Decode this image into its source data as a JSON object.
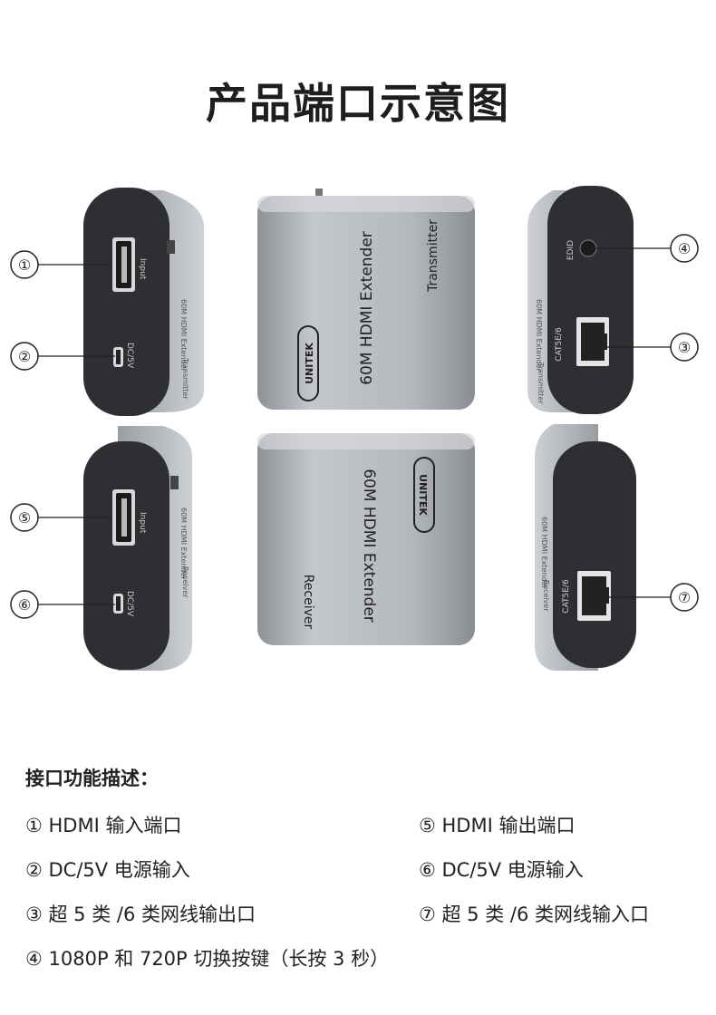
{
  "title": "产品端口示意图",
  "devices": {
    "brand": "UNITEK",
    "model": "60M HDMI Extender",
    "transmitter": "Transmitter",
    "receiver": "Receiver",
    "port_labels": {
      "input": "Input",
      "dc": "DC/5V",
      "edid": "EDID",
      "cat": "CAT5E/6"
    }
  },
  "markers": [
    "①",
    "②",
    "③",
    "④",
    "⑤",
    "⑥",
    "⑦"
  ],
  "description": {
    "heading": "接口功能描述：",
    "left": [
      "① HDMI 输入端口",
      "② DC/5V 电源输入",
      "③ 超 5 类 /6 类网线输出口",
      "④ 1080P 和 720P 切换按键（长按 3 秒）"
    ],
    "right": [
      "⑤ HDMI 输出端口",
      "⑥ DC/5V 电源输入",
      "⑦ 超 5 类 /6 类网线输入口"
    ]
  },
  "colors": {
    "device_face": "#2d2f33",
    "device_body": "#a9adb3",
    "callout": "#222222"
  }
}
